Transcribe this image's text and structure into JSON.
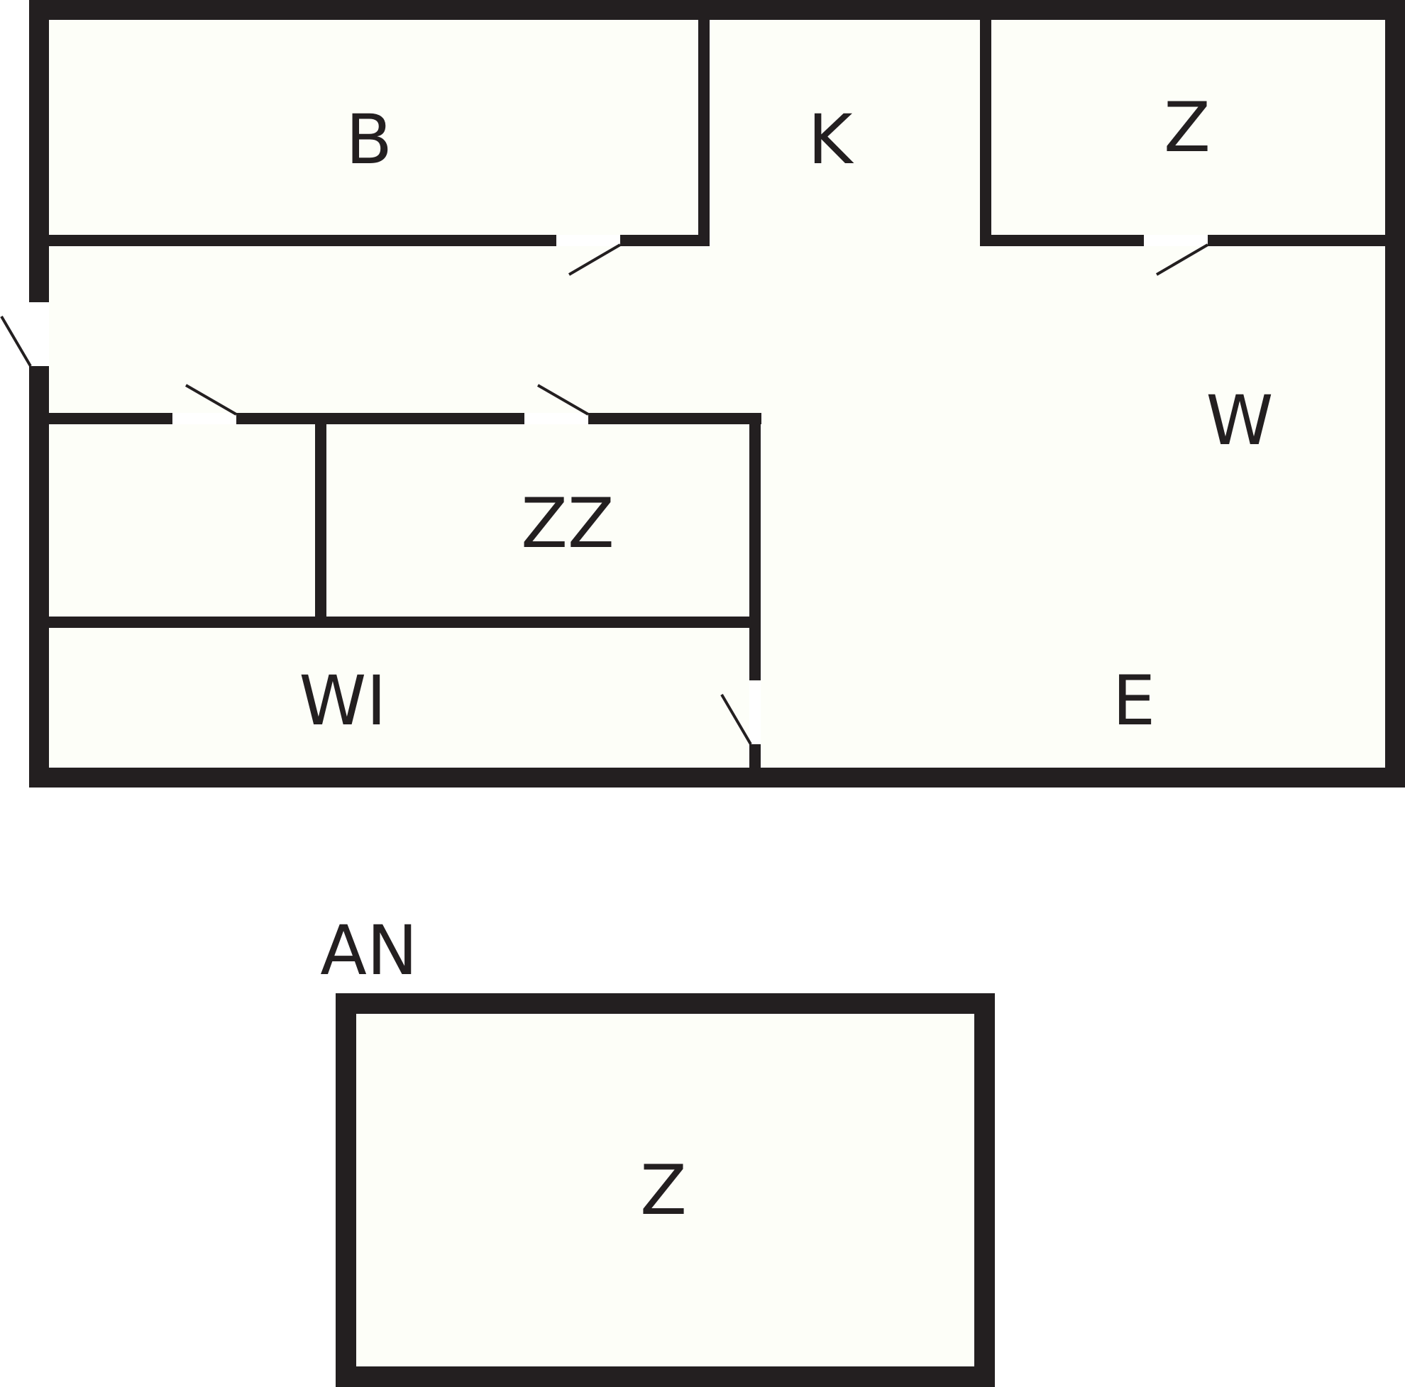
{
  "colors": {
    "wall": "#231f20",
    "floor": "#fdfef8",
    "door_gap": "#ffffff",
    "background": "#ffffff"
  },
  "rooms": {
    "b": "B",
    "k": "K",
    "z_top": "Z",
    "w": "W",
    "zz": "ZZ",
    "wi": "WI",
    "e": "E",
    "an": "AN",
    "z_bottom": "Z"
  }
}
